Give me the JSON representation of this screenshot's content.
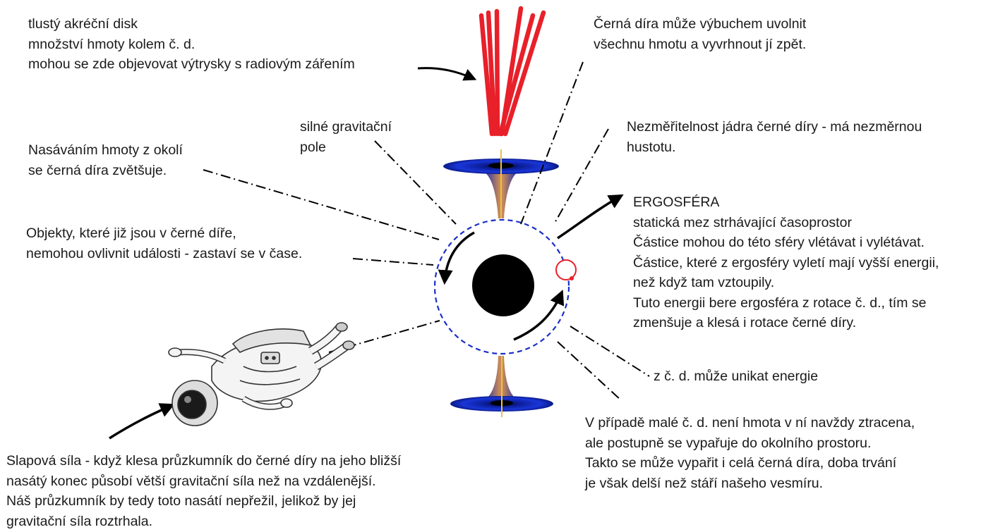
{
  "accretion_note": {
    "lines": [
      "tlustý akréční disk",
      "množství hmoty kolem č. d.",
      "mohou se zde objevovat výtrysky s radiovým zářením"
    ]
  },
  "explosion_note": {
    "lines": [
      "Černá díra může výbuchem uvolnit",
      "všechnu hmotu a vyvrhnout jí zpět."
    ]
  },
  "gravity_note": {
    "lines": [
      "silné gravitační",
      "pole"
    ]
  },
  "growth_note": {
    "lines": [
      "Nasáváním hmoty z okolí",
      "se černá díra zvětšuje."
    ]
  },
  "core_note": {
    "lines": [
      "Nezměřitelnost jádra černé díry - má nezměrnou",
      "hustotu."
    ]
  },
  "objects_note": {
    "lines": [
      "Objekty, které již jsou v černé díře,",
      "nemohou ovlivnit události - zastaví se v čase."
    ]
  },
  "ergosphere_note": {
    "title": "ERGOSFÉRA",
    "lines": [
      "statická mez strhávající časoprostor",
      "Částice mohou do této sféry vlétávat i vylétávat.",
      "Částice, které z ergosféry vyletí mají vyšší energii,",
      "než když tam vztoupily.",
      "Tuto energii bere ergosféra z rotace č. d., tím se",
      "zmenšuje a klesá i rotace černé díry."
    ]
  },
  "energy_note": {
    "lines": [
      "z č. d. může unikat energie"
    ]
  },
  "small_bh_note": {
    "lines": [
      "V případě malé č. d. není hmota v ní navždy ztracena,",
      "ale postupně se vypařuje do okolního prostoru.",
      "Takto se může vypařit i celá černá díra, doba trvání",
      "je však delší než stáří našeho vesmíru."
    ]
  },
  "tidal_note": {
    "lines": [
      "Slapová síla - když klesa průzkumník do černé díry na jeho bližší",
      "nasátý konec působí větší gravitační síla než na vzdálenější.",
      "Náš průzkumník by tedy toto nasátí nepřežil, jelikož by jej",
      "gravitační síla roztrhala."
    ]
  },
  "colors": {
    "jet": "#e8202a",
    "disk": "#1a2fc8",
    "ergosphere": "#1a2fc8",
    "hole": "#000000",
    "particle": "#e8202a",
    "axis": "#e8c34a"
  },
  "icons": [
    "astronaut-illustration",
    "jet-rays",
    "accretion-disk",
    "black-hole"
  ]
}
